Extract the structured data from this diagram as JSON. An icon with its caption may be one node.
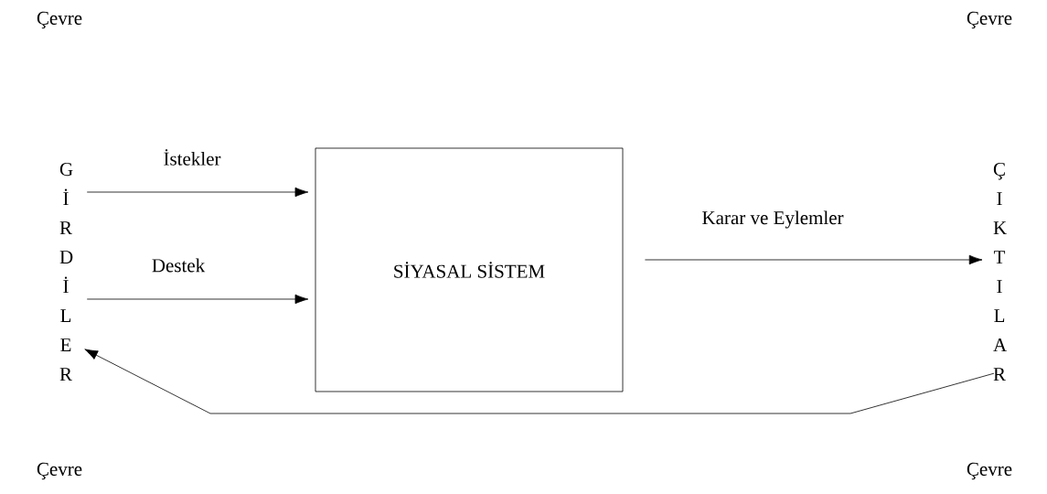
{
  "diagram": {
    "nodes": [
      {
        "text": [
          "G İ R D İ L E R"
        ]
      },
      {
        "text": [
          "SİYASAL SİSTEM"
        ]
      },
      {
        "text": [
          "Ç I K T I L A R"
        ]
      }
    ],
    "edges": [
      {
        "from": 0,
        "to": 1,
        "arrow": "to",
        "label": "İstekler"
      },
      {
        "from": 0,
        "to": 1,
        "arrow": "to",
        "label": "Destek"
      },
      {
        "from": 1,
        "to": 2,
        "arrow": "to",
        "label": "Karar ve Eylemler"
      },
      {
        "from": 2,
        "to": 0,
        "arrow": "to"
      }
    ],
    "labels": [
      "Çevre",
      "Çevre",
      "Çevre",
      "Çevre"
    ]
  }
}
